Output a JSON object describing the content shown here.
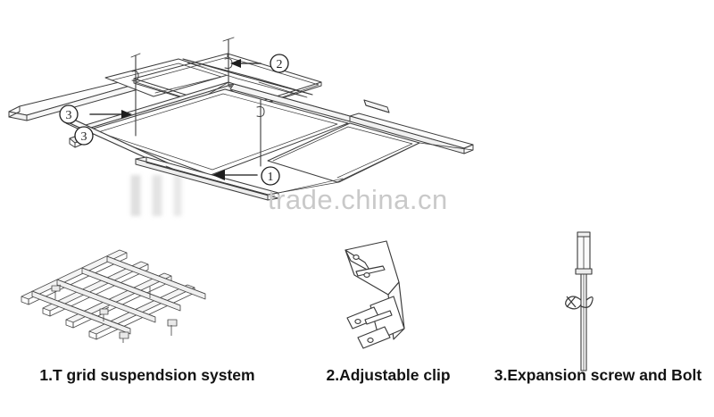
{
  "figure": {
    "title_visible": false,
    "background_color": "#ffffff",
    "line_color": "#3a3a3a",
    "text_color": "#131313"
  },
  "watermark": {
    "text": "trade.china.cn",
    "color": "#c9c9c9"
  },
  "assembly": {
    "name": "ceiling-grid-assembly",
    "description": "Isometric exploded view of suspended T-grid ceiling with hanger wires, clips and tiles",
    "callouts": [
      {
        "id": "callout-1",
        "label": "①",
        "number": "1",
        "points_to": "main-tee-rail",
        "arrow": "left"
      },
      {
        "id": "callout-2",
        "label": "②",
        "number": "2",
        "points_to": "hanger-wire-top",
        "arrow": "left"
      },
      {
        "id": "callout-3a",
        "label": "③",
        "number": "3",
        "points_to": "adjustable-clip-on-wire",
        "arrow": "right"
      },
      {
        "id": "callout-3b",
        "label": "③",
        "number": "3",
        "points_to": "grid-connector-node",
        "arrow": "none"
      }
    ]
  },
  "parts": [
    {
      "id": "part-1",
      "icon": "t-grid-lattice-icon",
      "caption": "1.T grid suspendsion system"
    },
    {
      "id": "part-2",
      "icon": "adjustable-clip-icon",
      "caption": "2.Adjustable clip"
    },
    {
      "id": "part-3",
      "icon": "expansion-screw-bolt-icon",
      "caption": "3.Expansion screw and Bolt"
    }
  ]
}
